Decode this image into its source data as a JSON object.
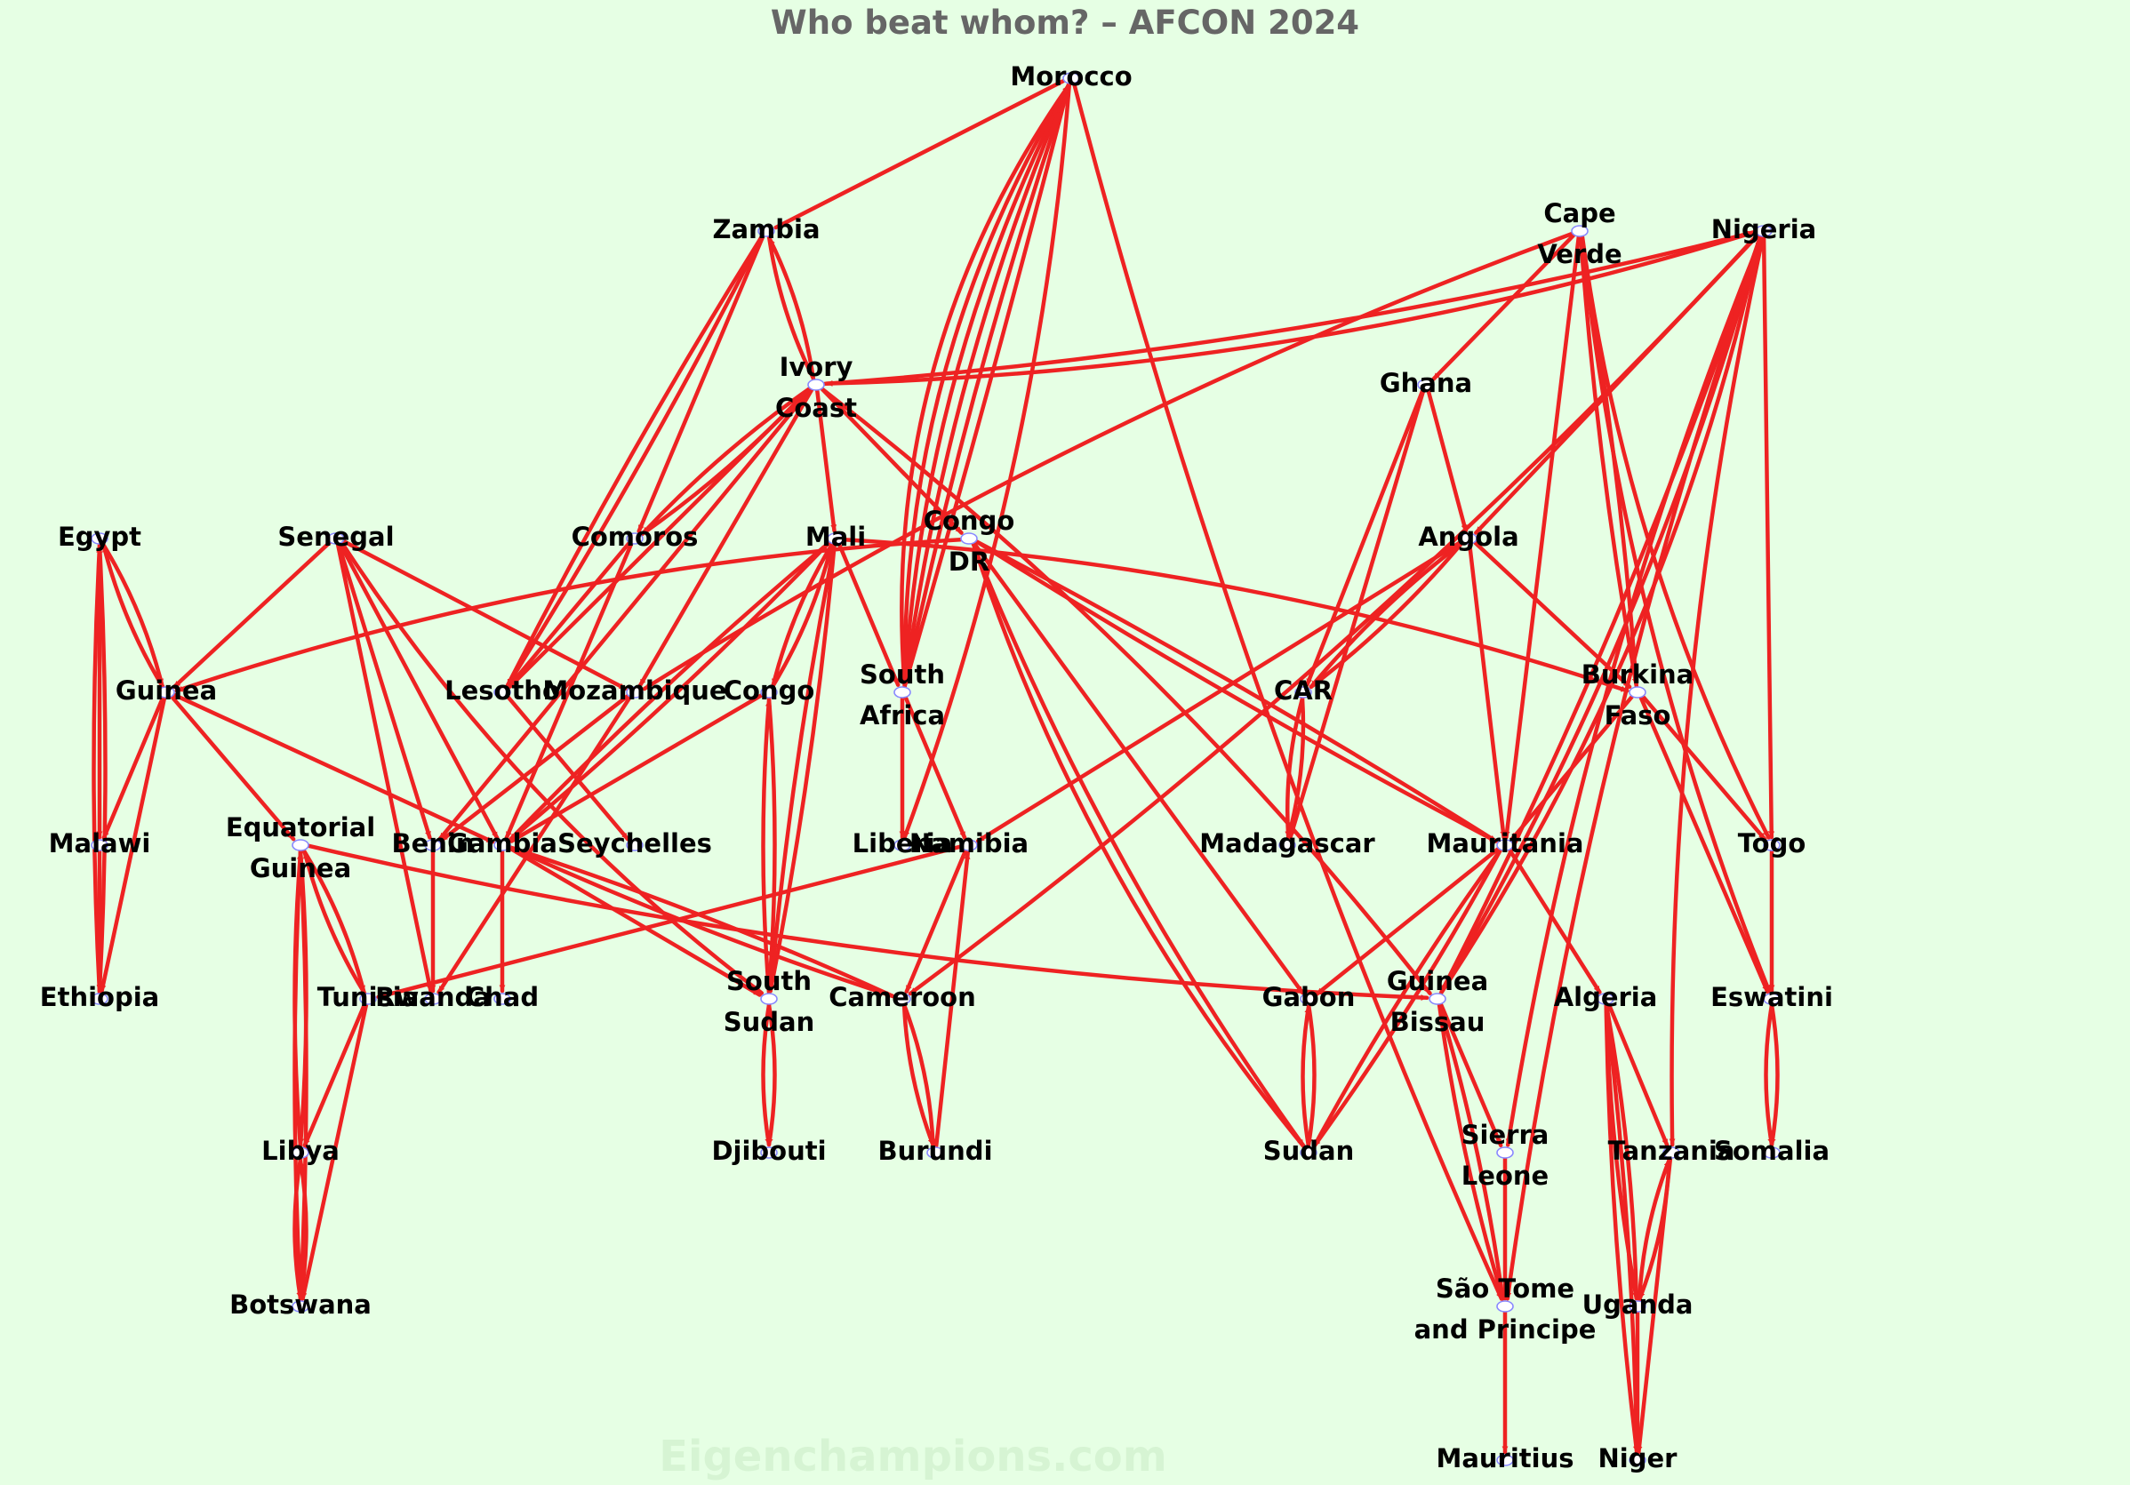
{
  "title": "Who beat whom? – AFCON 2024",
  "watermark": "Eigenchampions.com",
  "colors": {
    "background": "#e6ffe4",
    "edge": "#ee2222",
    "node_outline": "#8888ff",
    "node_fill": "#ffffff",
    "title": "#666666",
    "label": "#000000"
  },
  "nodes": [
    {
      "id": "morocco",
      "lines": [
        "Morocco"
      ]
    },
    {
      "id": "zambia",
      "lines": [
        "Zambia"
      ]
    },
    {
      "id": "ivory_coast",
      "lines": [
        "Ivory",
        "Coast"
      ]
    },
    {
      "id": "cape_verde",
      "lines": [
        "Cape",
        "Verde"
      ]
    },
    {
      "id": "nigeria",
      "lines": [
        "Nigeria"
      ]
    },
    {
      "id": "ghana",
      "lines": [
        "Ghana"
      ]
    },
    {
      "id": "egypt",
      "lines": [
        "Egypt"
      ]
    },
    {
      "id": "senegal",
      "lines": [
        "Senegal"
      ]
    },
    {
      "id": "comoros",
      "lines": [
        "Comoros"
      ]
    },
    {
      "id": "mali",
      "lines": [
        "Mali"
      ]
    },
    {
      "id": "congo_dr",
      "lines": [
        "Congo",
        "DR"
      ]
    },
    {
      "id": "angola",
      "lines": [
        "Angola"
      ]
    },
    {
      "id": "guinea",
      "lines": [
        "Guinea"
      ]
    },
    {
      "id": "lesotho",
      "lines": [
        "Lesotho"
      ]
    },
    {
      "id": "mozambique",
      "lines": [
        "Mozambique"
      ]
    },
    {
      "id": "congo",
      "lines": [
        "Congo"
      ]
    },
    {
      "id": "south_africa",
      "lines": [
        "South",
        "Africa"
      ]
    },
    {
      "id": "car",
      "lines": [
        "CAR"
      ]
    },
    {
      "id": "burkina_faso",
      "lines": [
        "Burkina",
        "Faso"
      ]
    },
    {
      "id": "malawi",
      "lines": [
        "Malawi"
      ]
    },
    {
      "id": "equatorial_guinea",
      "lines": [
        "Equatorial",
        "Guinea"
      ]
    },
    {
      "id": "benin",
      "lines": [
        "Benin"
      ]
    },
    {
      "id": "gambia",
      "lines": [
        "Gambia"
      ]
    },
    {
      "id": "seychelles",
      "lines": [
        "Seychelles"
      ]
    },
    {
      "id": "liberia",
      "lines": [
        "Liberia"
      ]
    },
    {
      "id": "namibia",
      "lines": [
        "Namibia"
      ]
    },
    {
      "id": "madagascar",
      "lines": [
        "Madagascar"
      ]
    },
    {
      "id": "mauritania",
      "lines": [
        "Mauritania"
      ]
    },
    {
      "id": "togo",
      "lines": [
        "Togo"
      ]
    },
    {
      "id": "ethiopia",
      "lines": [
        "Ethiopia"
      ]
    },
    {
      "id": "tunisia",
      "lines": [
        "Tunisia"
      ]
    },
    {
      "id": "rwanda",
      "lines": [
        "Rwanda"
      ]
    },
    {
      "id": "chad",
      "lines": [
        "Chad"
      ]
    },
    {
      "id": "south_sudan",
      "lines": [
        "South",
        "Sudan"
      ]
    },
    {
      "id": "cameroon",
      "lines": [
        "Cameroon"
      ]
    },
    {
      "id": "gabon",
      "lines": [
        "Gabon"
      ]
    },
    {
      "id": "guinea_bissau",
      "lines": [
        "Guinea",
        "Bissau"
      ]
    },
    {
      "id": "algeria",
      "lines": [
        "Algeria"
      ]
    },
    {
      "id": "eswatini",
      "lines": [
        "Eswatini"
      ]
    },
    {
      "id": "libya",
      "lines": [
        "Libya"
      ]
    },
    {
      "id": "djibouti",
      "lines": [
        "Djibouti"
      ]
    },
    {
      "id": "burundi",
      "lines": [
        "Burundi"
      ]
    },
    {
      "id": "sudan",
      "lines": [
        "Sudan"
      ]
    },
    {
      "id": "sierra_leone",
      "lines": [
        "Sierra",
        "Leone"
      ]
    },
    {
      "id": "tanzania",
      "lines": [
        "Tanzania"
      ]
    },
    {
      "id": "somalia",
      "lines": [
        "Somalia"
      ]
    },
    {
      "id": "botswana",
      "lines": [
        "Botswana"
      ]
    },
    {
      "id": "sao_tome",
      "lines": [
        "São Tome",
        "and Principe"
      ]
    },
    {
      "id": "uganda",
      "lines": [
        "Uganda"
      ]
    },
    {
      "id": "mauritius",
      "lines": [
        "Mauritius"
      ]
    },
    {
      "id": "niger",
      "lines": [
        "Niger"
      ]
    }
  ],
  "edges": [
    [
      "morocco",
      "zambia"
    ],
    [
      "morocco",
      "liberia"
    ],
    [
      "morocco",
      "sao_tome"
    ],
    [
      "morocco",
      "south_africa"
    ],
    [
      "morocco",
      "south_africa"
    ],
    [
      "morocco",
      "south_africa"
    ],
    [
      "south_africa",
      "morocco"
    ],
    [
      "south_africa",
      "morocco"
    ],
    [
      "south_africa",
      "morocco"
    ],
    [
      "zambia",
      "ivory_coast"
    ],
    [
      "zambia",
      "comoros"
    ],
    [
      "zambia",
      "lesotho"
    ],
    [
      "zambia",
      "lesotho"
    ],
    [
      "ivory_coast",
      "zambia"
    ],
    [
      "ivory_coast",
      "congo_dr"
    ],
    [
      "ivory_coast",
      "mali"
    ],
    [
      "ivory_coast",
      "comoros"
    ],
    [
      "ivory_coast",
      "lesotho"
    ],
    [
      "ivory_coast",
      "mozambique"
    ],
    [
      "ivory_coast",
      "benin"
    ],
    [
      "ivory_coast",
      "guinea_bissau"
    ],
    [
      "ivory_coast",
      "nigeria"
    ],
    [
      "nigeria",
      "ivory_coast"
    ],
    [
      "comoros",
      "ivory_coast"
    ],
    [
      "cape_verde",
      "ghana"
    ],
    [
      "cape_verde",
      "mauritania"
    ],
    [
      "cape_verde",
      "togo"
    ],
    [
      "cape_verde",
      "burkina_faso"
    ],
    [
      "burkina_faso",
      "cape_verde"
    ],
    [
      "cape_verde",
      "eswatini"
    ],
    [
      "cape_verde",
      "mozambique"
    ],
    [
      "nigeria",
      "angola"
    ],
    [
      "nigeria",
      "guinea_bissau"
    ],
    [
      "nigeria",
      "guinea_bissau"
    ],
    [
      "guinea_bissau",
      "nigeria"
    ],
    [
      "nigeria",
      "sierra_leone"
    ],
    [
      "nigeria",
      "tanzania"
    ],
    [
      "nigeria",
      "sao_tome"
    ],
    [
      "nigeria",
      "cameroon"
    ],
    [
      "nigeria",
      "togo"
    ],
    [
      "ghana",
      "angola"
    ],
    [
      "ghana",
      "car"
    ],
    [
      "ghana",
      "madagascar"
    ],
    [
      "egypt",
      "guinea"
    ],
    [
      "egypt",
      "malawi"
    ],
    [
      "egypt",
      "ethiopia"
    ],
    [
      "ethiopia",
      "egypt"
    ],
    [
      "guinea",
      "egypt"
    ],
    [
      "senegal",
      "guinea"
    ],
    [
      "senegal",
      "mozambique"
    ],
    [
      "senegal",
      "gambia"
    ],
    [
      "senegal",
      "benin"
    ],
    [
      "senegal",
      "rwanda"
    ],
    [
      "senegal",
      "south_sudan"
    ],
    [
      "comoros",
      "lesotho"
    ],
    [
      "comoros",
      "gambia"
    ],
    [
      "mali",
      "congo"
    ],
    [
      "mali",
      "south_sudan"
    ],
    [
      "mali",
      "south_sudan"
    ],
    [
      "mali",
      "south_africa"
    ],
    [
      "mali",
      "burkina_faso"
    ],
    [
      "mali",
      "gambia"
    ],
    [
      "gambia",
      "mali"
    ],
    [
      "congo",
      "mali"
    ],
    [
      "congo_dr",
      "guinea"
    ],
    [
      "congo_dr",
      "mauritania"
    ],
    [
      "congo_dr",
      "mauritania"
    ],
    [
      "congo_dr",
      "gabon"
    ],
    [
      "congo_dr",
      "sudan"
    ],
    [
      "sudan",
      "congo_dr"
    ],
    [
      "angola",
      "car"
    ],
    [
      "angola",
      "car"
    ],
    [
      "angola",
      "burkina_faso"
    ],
    [
      "angola",
      "mauritania"
    ],
    [
      "angola",
      "namibia"
    ],
    [
      "guinea",
      "malawi"
    ],
    [
      "guinea",
      "ethiopia"
    ],
    [
      "guinea",
      "equatorial_guinea"
    ],
    [
      "guinea",
      "gambia"
    ],
    [
      "lesotho",
      "seychelles"
    ],
    [
      "mozambique",
      "benin"
    ],
    [
      "mozambique",
      "rwanda"
    ],
    [
      "congo",
      "south_sudan"
    ],
    [
      "congo",
      "gambia"
    ],
    [
      "south_sudan",
      "congo"
    ],
    [
      "south_africa",
      "liberia"
    ],
    [
      "south_africa",
      "namibia"
    ],
    [
      "car",
      "madagascar"
    ],
    [
      "car",
      "madagascar"
    ],
    [
      "burkina_faso",
      "togo"
    ],
    [
      "burkina_faso",
      "mauritania"
    ],
    [
      "burkina_faso",
      "eswatini"
    ],
    [
      "malawi",
      "ethiopia"
    ],
    [
      "equatorial_guinea",
      "guinea_bissau"
    ],
    [
      "equatorial_guinea",
      "tunisia"
    ],
    [
      "equatorial_guinea",
      "libya"
    ],
    [
      "equatorial_guinea",
      "botswana"
    ],
    [
      "equatorial_guinea",
      "botswana"
    ],
    [
      "tunisia",
      "equatorial_guinea"
    ],
    [
      "libya",
      "equatorial_guinea"
    ],
    [
      "benin",
      "rwanda"
    ],
    [
      "gambia",
      "chad"
    ],
    [
      "gambia",
      "cameroon"
    ],
    [
      "gambia",
      "south_sudan"
    ],
    [
      "cameroon",
      "gambia"
    ],
    [
      "namibia",
      "cameroon"
    ],
    [
      "namibia",
      "tunisia"
    ],
    [
      "mauritania",
      "gabon"
    ],
    [
      "mauritania",
      "algeria"
    ],
    [
      "mauritania",
      "sudan"
    ],
    [
      "mauritania",
      "sudan"
    ],
    [
      "togo",
      "eswatini"
    ],
    [
      "tunisia",
      "libya"
    ],
    [
      "tunisia",
      "botswana"
    ],
    [
      "south_sudan",
      "djibouti"
    ],
    [
      "south_sudan",
      "djibouti"
    ],
    [
      "cameroon",
      "burundi"
    ],
    [
      "cameroon",
      "burundi"
    ],
    [
      "burundi",
      "namibia"
    ],
    [
      "gabon",
      "sudan"
    ],
    [
      "sudan",
      "gabon"
    ],
    [
      "guinea_bissau",
      "sierra_leone"
    ],
    [
      "guinea_bissau",
      "sao_tome"
    ],
    [
      "guinea_bissau",
      "sao_tome"
    ],
    [
      "algeria",
      "tanzania"
    ],
    [
      "algeria",
      "uganda"
    ],
    [
      "algeria",
      "uganda"
    ],
    [
      "algeria",
      "niger"
    ],
    [
      "algeria",
      "niger"
    ],
    [
      "eswatini",
      "somalia"
    ],
    [
      "eswatini",
      "somalia"
    ],
    [
      "libya",
      "botswana"
    ],
    [
      "botswana",
      "libya"
    ],
    [
      "sierra_leone",
      "sao_tome"
    ],
    [
      "tanzania",
      "uganda"
    ],
    [
      "tanzania",
      "niger"
    ],
    [
      "uganda",
      "tanzania"
    ],
    [
      "sao_tome",
      "mauritius"
    ],
    [
      "uganda",
      "niger"
    ]
  ]
}
